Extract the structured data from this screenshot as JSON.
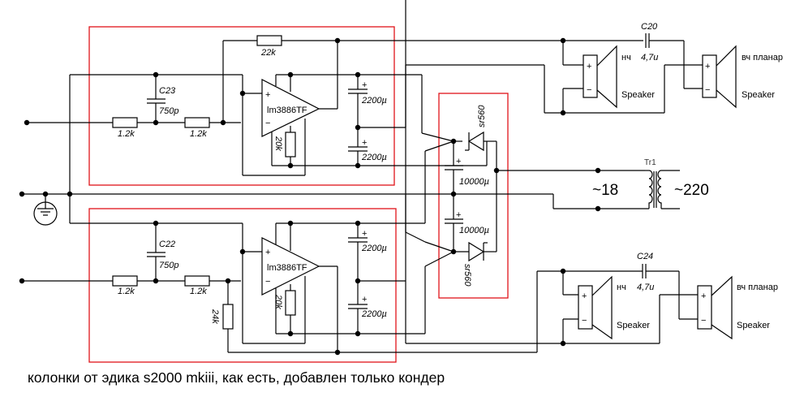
{
  "caption": "колонки от эдика s2000 mkiii,  как есть, добавлен только кондер",
  "colors": {
    "wire": "#000000",
    "block_outline": "#e0141a",
    "background": "#ffffff"
  },
  "top_channel": {
    "input_resistor_1": "1.2k",
    "input_resistor_2": "1.2k",
    "filter_cap_name": "C23",
    "filter_cap_value": "750p",
    "feedback_resistor": "22k",
    "amp_chip": "lm3886TF",
    "mute_resistor": "20k",
    "supply_cap_1": "2200µ",
    "supply_cap_2": "2200µ",
    "plus_sign": "+",
    "minus_sign": "−"
  },
  "bottom_channel": {
    "input_resistor_1": "1.2k",
    "input_resistor_2": "1.2k",
    "filter_cap_name": "C22",
    "filter_cap_value": "750p",
    "ground_resistor": "24k",
    "amp_chip": "lm3886TF",
    "mute_resistor": "20k",
    "supply_cap_1": "2200µ",
    "supply_cap_2": "2200µ"
  },
  "power_supply": {
    "diode_top": "sr560",
    "diode_bottom": "sr560",
    "cap_top": "10000µ",
    "cap_bottom": "10000µ",
    "transformer_name": "Tr1",
    "secondary_voltage": "~18",
    "primary_voltage": "~220"
  },
  "top_speakers": {
    "crossover_cap_name": "C20",
    "crossover_cap_value": "4,7u",
    "woofer_label": "нч",
    "woofer_type": "Speaker",
    "tweeter_label": "вч планар",
    "tweeter_type": "Speaker"
  },
  "bottom_speakers": {
    "crossover_cap_name": "C24",
    "crossover_cap_value": "4,7u",
    "woofer_label": "нч",
    "woofer_type": "Speaker",
    "tweeter_label": "вч планар",
    "tweeter_type": "Speaker"
  },
  "terminal_plus": "+",
  "terminal_minus": "−"
}
